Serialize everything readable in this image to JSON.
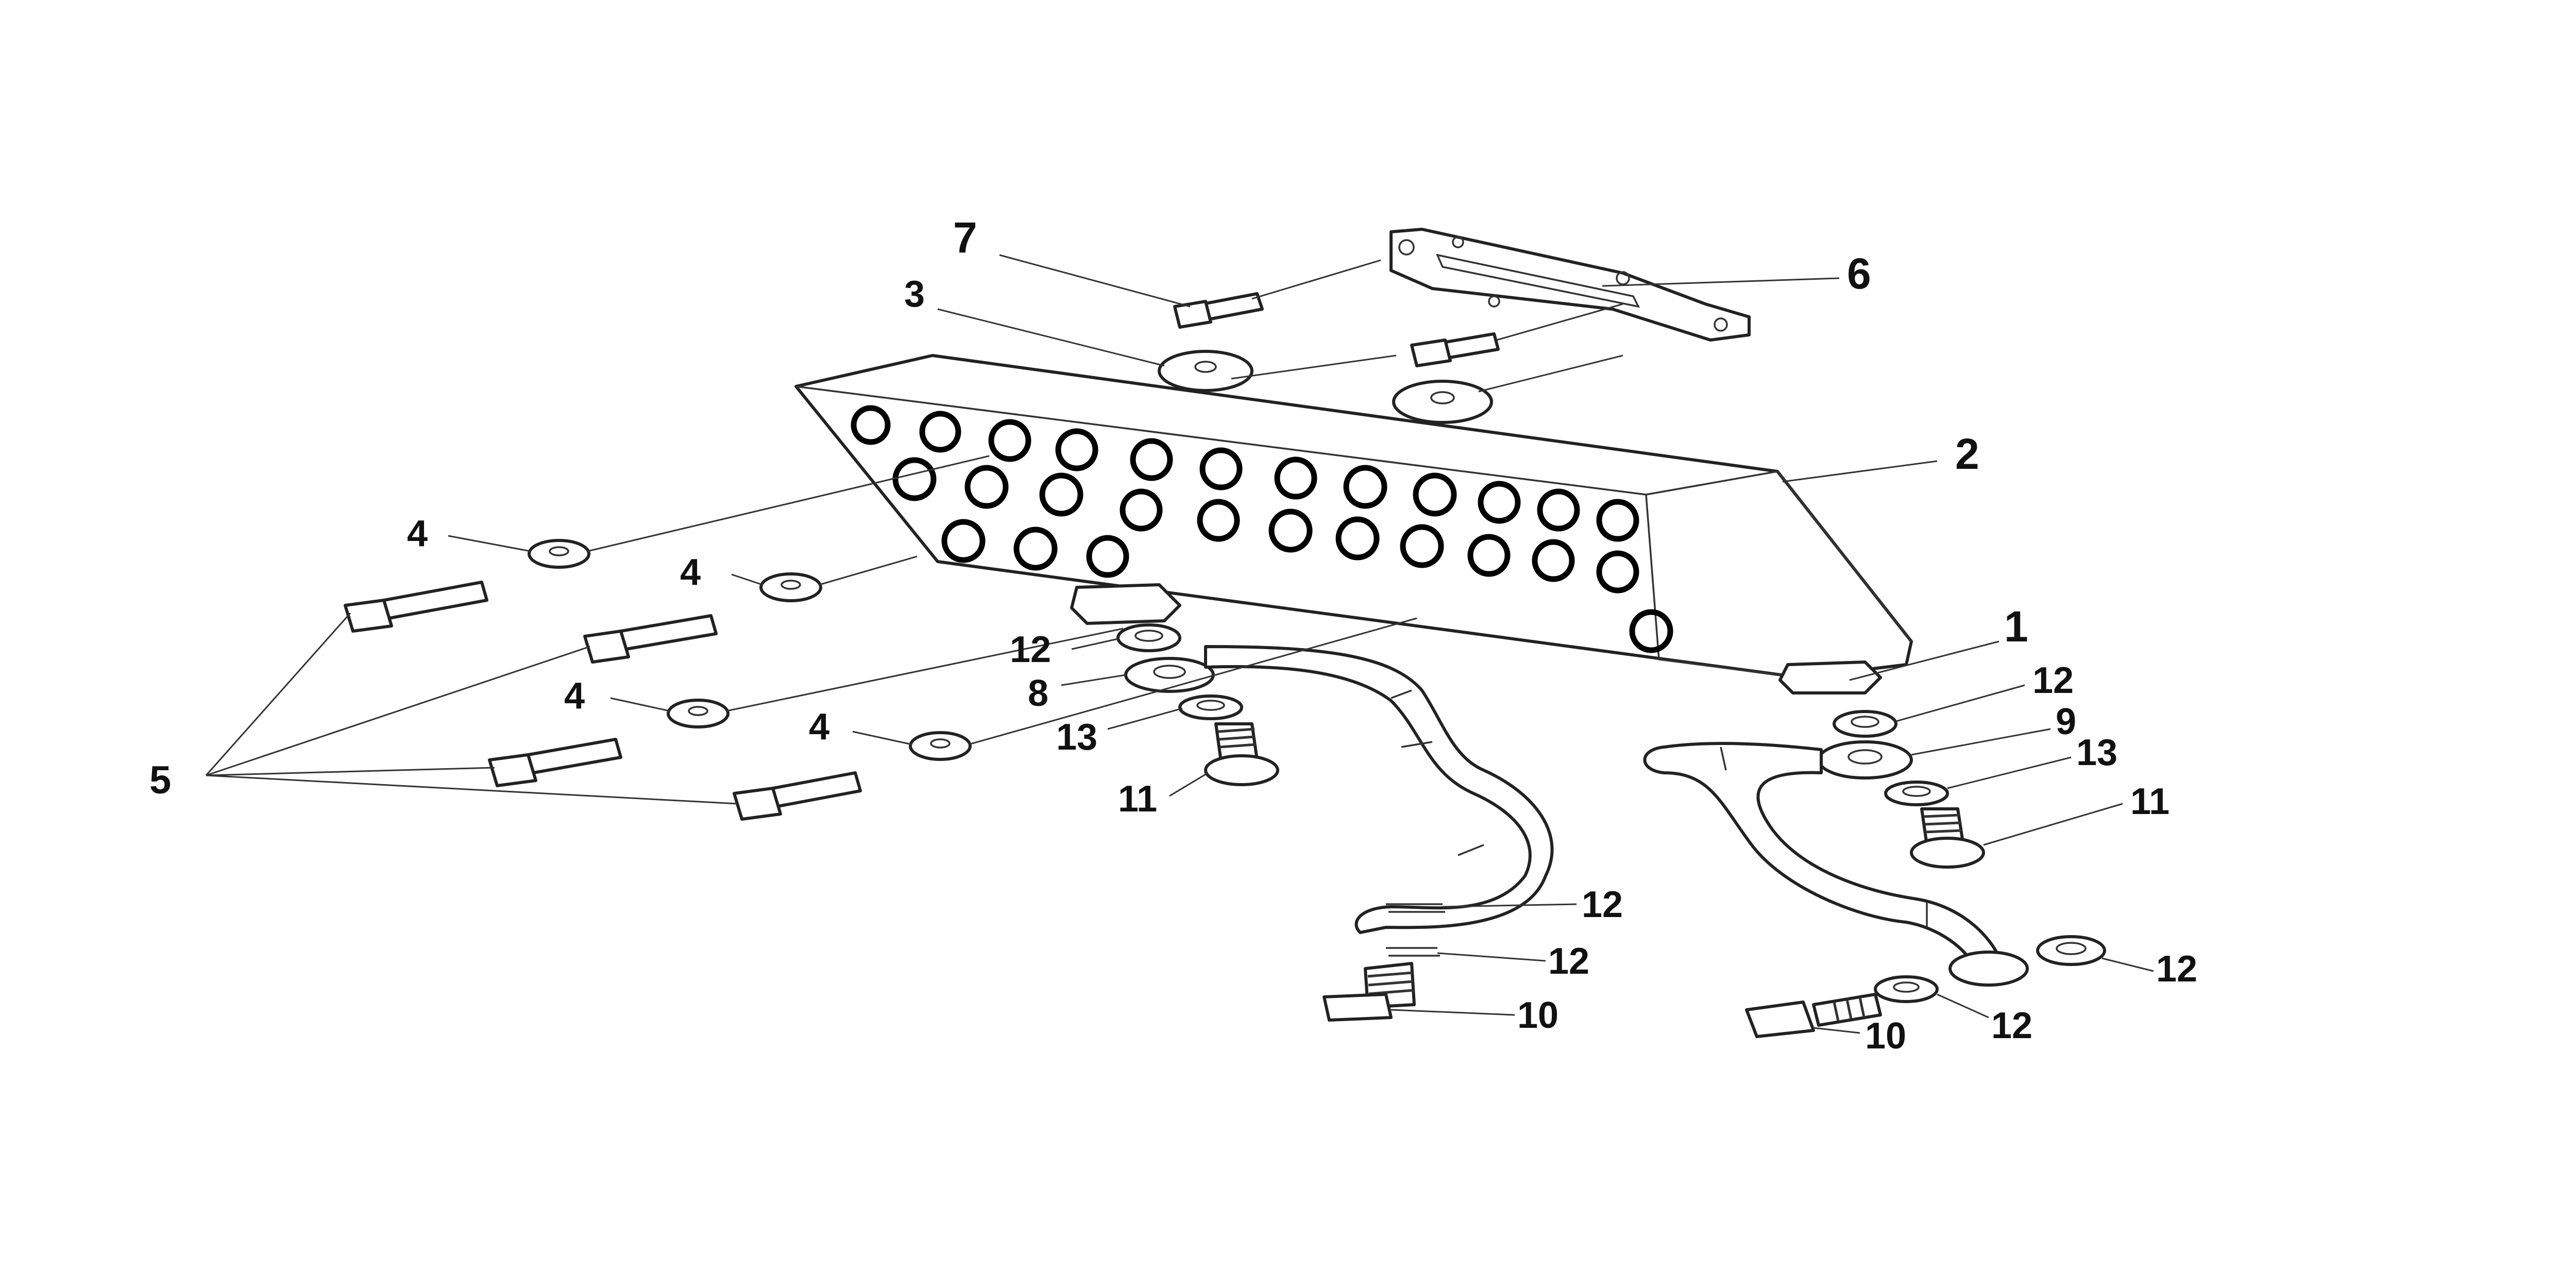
{
  "diagram": {
    "callouts": [
      "7",
      "3",
      "6",
      "2",
      "4",
      "4",
      "4",
      "4",
      "5",
      "1",
      "12",
      "8",
      "13",
      "11",
      "12",
      "9",
      "13",
      "11",
      "12",
      "12",
      "10",
      "12",
      "12",
      "10"
    ]
  }
}
